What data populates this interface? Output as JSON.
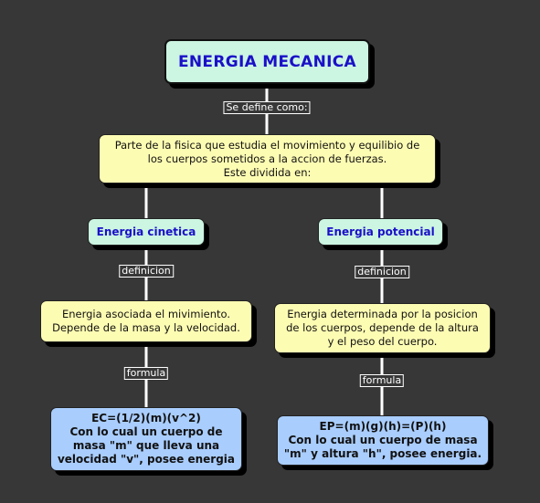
{
  "nodes": {
    "root": "ENERGIA MECANICA",
    "definition": "Parte de la fisica  que estudia el movimiento y equilibio de\nlos cuerpos sometidos a la accion de fuerzas.\nEste dividida en:",
    "kinetic": "Energia cinetica",
    "potential": "Energia potencial",
    "kinetic_def": "Energia asociada el mivimiento.\nDepende de la masa y la velocidad.",
    "potential_def": "Energia determinada por la posicion\nde los cuerpos, depende de la altura\ny el peso del cuerpo.",
    "kinetic_formula": "EC=(1/2)(m)(v^2)\nCon lo cual un cuerpo de\nmasa \"m\" que lleva una\nvelocidad \"v\", posee energia",
    "potential_formula": "EP=(m)(g)(h)=(P)(h)\nCon lo cual un cuerpo de masa\n\"m\" y altura \"h\", posee energia."
  },
  "links": {
    "root_to_definition": "Se define como:",
    "kinetic_definicion": "definicion",
    "potential_definicion": "definicion",
    "kinetic_formula": "formula",
    "potential_formula": "formula"
  },
  "colors": {
    "background": "#373737",
    "title_text": "#1a10c8",
    "green_node": "#ccf5e2",
    "yellow_node": "#fdfcb3",
    "blue_node": "#a9cdfd"
  }
}
